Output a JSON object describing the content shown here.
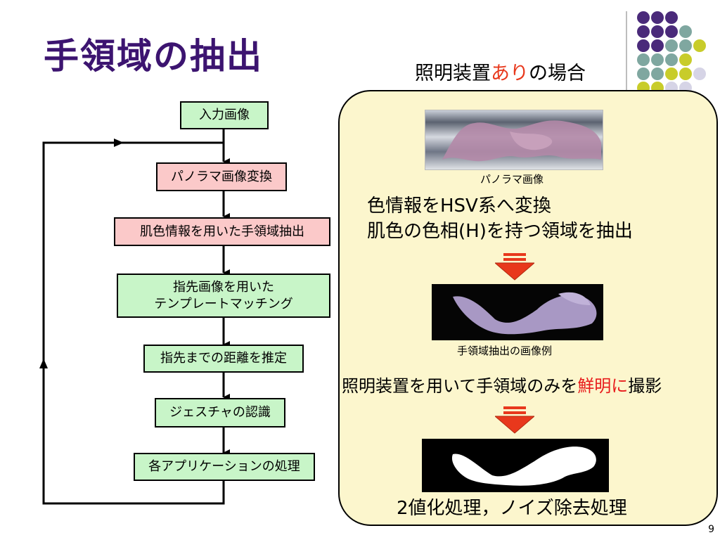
{
  "slide": {
    "title": "手領域の抽出",
    "subtitle_prefix": "照明装置",
    "subtitle_highlight": "あり",
    "subtitle_suffix": "の場合",
    "page_number": "9"
  },
  "flowchart": {
    "steps": [
      {
        "label": "入力画像",
        "style": "green"
      },
      {
        "label": "パノラマ画像変換",
        "style": "pink"
      },
      {
        "label": "肌色情報を用いた手領域抽出",
        "style": "pink"
      },
      {
        "label_line1": "指先画像を用いた",
        "label_line2": "テンプレートマッチング",
        "style": "green"
      },
      {
        "label": "指先までの距離を推定",
        "style": "green"
      },
      {
        "label": "ジェスチャの認識",
        "style": "green"
      },
      {
        "label": "各アプリケーションの処理",
        "style": "green"
      }
    ]
  },
  "panel": {
    "image1_caption": "パノラマ画像",
    "step1_line1": "色情報をHSV系へ変換",
    "step1_line2": "肌色の色相(H)を持つ領域を抽出",
    "image2_caption": "手領域抽出の画像例",
    "step2_prefix": "照明装置を用いて手領域のみを",
    "step2_highlight": "鮮明に",
    "step2_suffix": "撮影",
    "step3": "2値化処理，ノイズ除去処理"
  },
  "colors": {
    "title": "#3c1470",
    "highlight": "#e8381c",
    "green_box": "#c8f5c8",
    "pink_box": "#fbc9c9",
    "panel_bg": "#fcf6cd",
    "arrow_red": "#e8381c",
    "dot_purple": "#4a2a7a",
    "dot_teal": "#7fa7a0",
    "dot_lime": "#c8cc2a",
    "dot_lavender": "#d6d4e6"
  }
}
